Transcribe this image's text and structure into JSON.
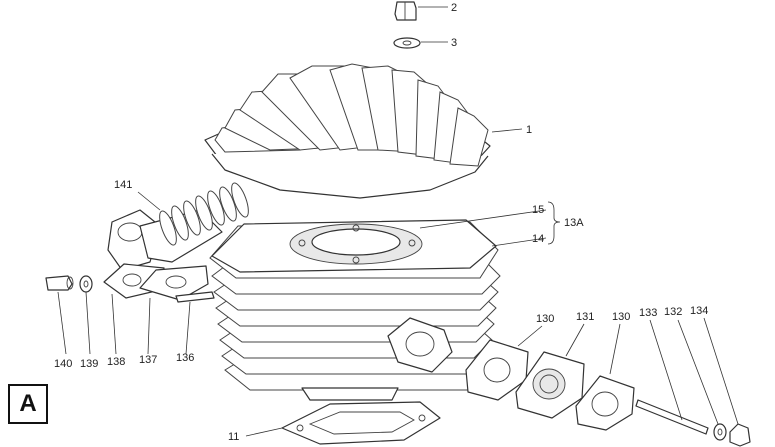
{
  "section_letter": "A",
  "labels": {
    "l1": "1",
    "l2": "2",
    "l3": "3",
    "l11": "11",
    "l13a": "13A",
    "l14": "14",
    "l15": "15",
    "l130a": "130",
    "l130b": "130",
    "l131": "131",
    "l132": "132",
    "l133": "133",
    "l134": "134",
    "l136": "136",
    "l137": "137",
    "l138": "138",
    "l139": "139",
    "l140": "140",
    "l141": "141"
  }
}
